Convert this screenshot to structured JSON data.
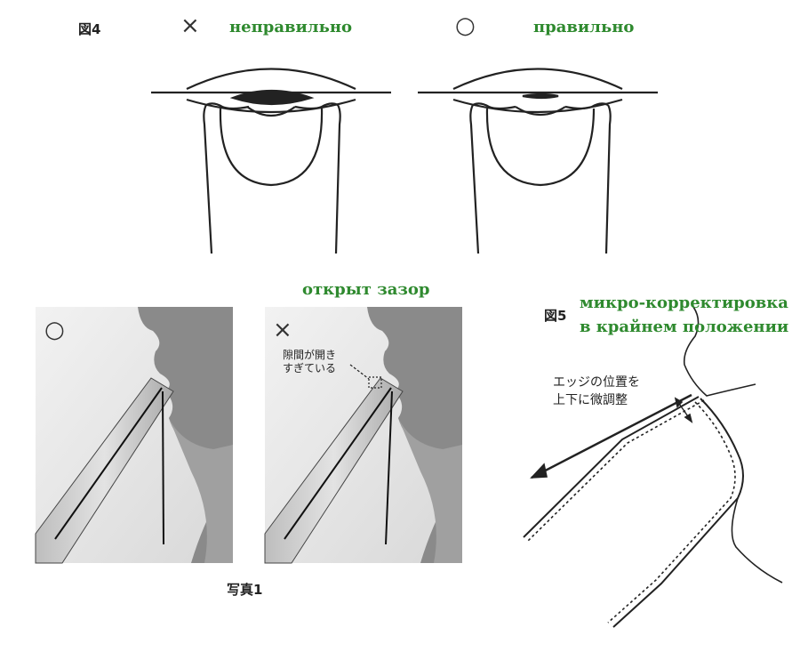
{
  "figure4": {
    "label": "図4",
    "wrong_mark": "×",
    "wrong_label": "неправильно",
    "right_mark": "○",
    "right_label": "правильно"
  },
  "photo1": {
    "label": "写真1",
    "gap_label": "открыт зазор",
    "left_mark": "○",
    "right_mark": "×",
    "right_note_line1": "隙間が開き",
    "right_note_line2": "すぎている"
  },
  "figure5": {
    "label": "図5",
    "title_line1": "микро-корректировка",
    "title_line2": "в крайнем положении",
    "note_line1": "エッジの位置を",
    "note_line2": "上下に微調整"
  }
}
